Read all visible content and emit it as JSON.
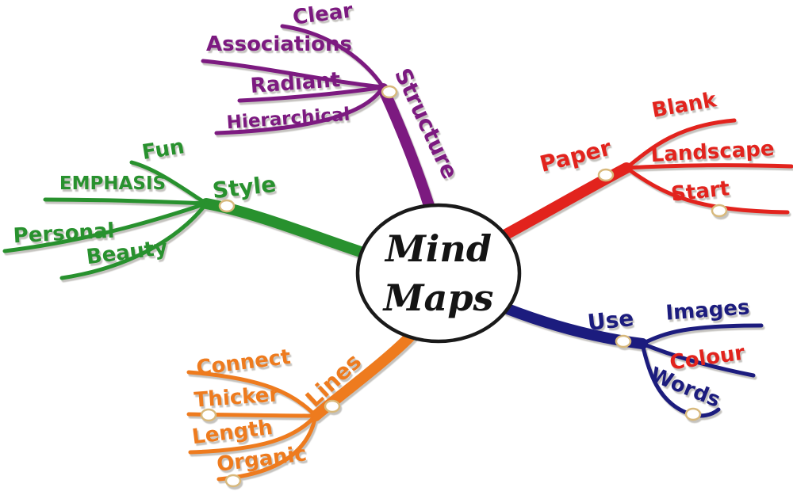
{
  "center": {
    "line1": "Mind",
    "line2": "Maps",
    "text_color": "#141414",
    "outline_color": "#1a1a1a",
    "fill": "#ffffff"
  },
  "branches": [
    {
      "label": "Structure",
      "color": "#7c1a80",
      "children": [
        {
          "label": "Clear",
          "color": "#7c1a80"
        },
        {
          "label": "Associations",
          "color": "#7c1a80"
        },
        {
          "label": "Radiant",
          "color": "#7c1a80"
        },
        {
          "label": "Hierarchical",
          "color": "#7c1a80"
        }
      ]
    },
    {
      "label": "Paper",
      "color": "#e2231d",
      "children": [
        {
          "label": "Blank",
          "color": "#e2231d"
        },
        {
          "label": "Landscape",
          "color": "#e2231d"
        },
        {
          "label": "Start",
          "color": "#e2231d"
        }
      ]
    },
    {
      "label": "Use",
      "color": "#1c1c7e",
      "children": [
        {
          "label": "Images",
          "color": "#1c1c7e"
        },
        {
          "label": "Colour",
          "color": "#e2231d"
        },
        {
          "label": "Words",
          "color": "#1c1c7e"
        }
      ]
    },
    {
      "label": "Lines",
      "color": "#ee7b1e",
      "children": [
        {
          "label": "Connect",
          "color": "#ee7b1e"
        },
        {
          "label": "Thicker",
          "color": "#ee7b1e"
        },
        {
          "label": "Length",
          "color": "#ee7b1e"
        },
        {
          "label": "Organic",
          "color": "#ee7b1e"
        }
      ]
    },
    {
      "label": "Style",
      "color": "#28912e",
      "children": [
        {
          "label": "Fun",
          "color": "#28912e"
        },
        {
          "label": "EMPHASIS",
          "color": "#28912e"
        },
        {
          "label": "Personal",
          "color": "#28912e"
        },
        {
          "label": "Beauty",
          "color": "#28912e"
        }
      ]
    }
  ],
  "decor": {
    "dot_fill": "#ffffff",
    "dot_stroke": "#d8b97c",
    "background": "#ffffff"
  }
}
